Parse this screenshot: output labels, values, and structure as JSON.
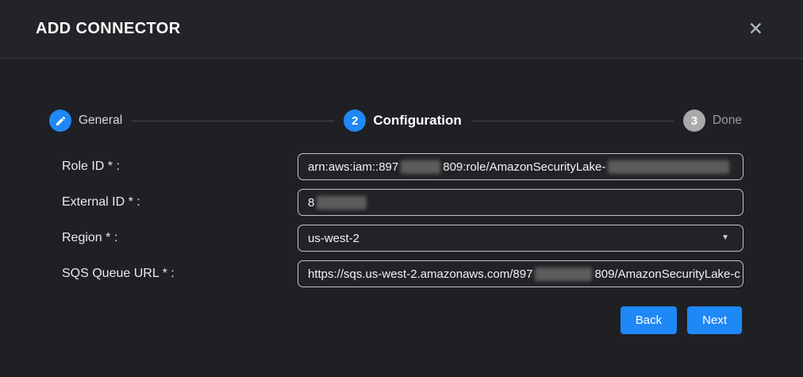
{
  "dialog": {
    "title": "ADD CONNECTOR"
  },
  "icons": {
    "close": "✕",
    "dropdown_caret": "▼",
    "step1_indicator": "pencil-icon"
  },
  "stepper": {
    "steps": [
      {
        "label": "General",
        "indicator": "pencil",
        "state": "completed"
      },
      {
        "label": "Configuration",
        "indicator": "2",
        "state": "active"
      },
      {
        "label": "Done",
        "indicator": "3",
        "state": "upcoming"
      }
    ]
  },
  "form": {
    "role_id": {
      "label": "Role ID * :",
      "value_part1": "arn:aws:iam::897",
      "value_part2": "809:role/AmazonSecurityLake-",
      "redacted": true
    },
    "external_id": {
      "label": "External ID * :",
      "value_part1": "8",
      "redacted": true
    },
    "region": {
      "label": "Region * :",
      "value": "us-west-2"
    },
    "sqs_queue_url": {
      "label": "SQS Queue URL * :",
      "value_part1": "https://sqs.us-west-2.amazonaws.com/897",
      "value_part2": "809/AmazonSecurityLake-c",
      "redacted": true
    }
  },
  "actions": {
    "back_label": "Back",
    "next_label": "Next"
  },
  "colors": {
    "accent_blue": "#1e88f7",
    "inactive_step_gray": "#a9a9a9",
    "dialog_background": "#1f2024",
    "header_background": "#232428"
  }
}
